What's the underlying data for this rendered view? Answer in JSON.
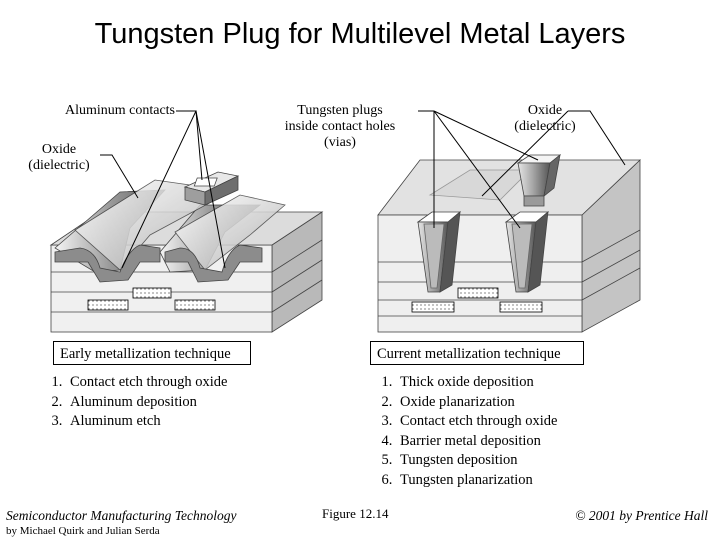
{
  "title": "Tungsten Plug for Multilevel Metal Layers",
  "left": {
    "label_contacts": "Aluminum contacts",
    "label_oxide_line1": "Oxide",
    "label_oxide_line2": "(dielectric)",
    "caption": "Early metallization technique",
    "steps": [
      "Contact etch through oxide",
      "Aluminum deposition",
      "Aluminum etch"
    ]
  },
  "right": {
    "label_plugs_line1": "Tungsten plugs",
    "label_plugs_line2": "inside contact holes",
    "label_plugs_line3": "(vias)",
    "label_oxide_line1": "Oxide",
    "label_oxide_line2": "(dielectric)",
    "caption": "Current metallization technique",
    "steps": [
      "Thick oxide deposition",
      "Oxide planarization",
      "Contact etch through oxide",
      "Barrier metal deposition",
      "Tungsten deposition",
      "Tungsten planarization"
    ]
  },
  "footer": {
    "book_title": "Semiconductor Manufacturing Technology",
    "authors": "by Michael Quirk and Julian Serda",
    "figure": "Figure 12.14",
    "copyright": "© 2001 by Prentice Hall"
  }
}
